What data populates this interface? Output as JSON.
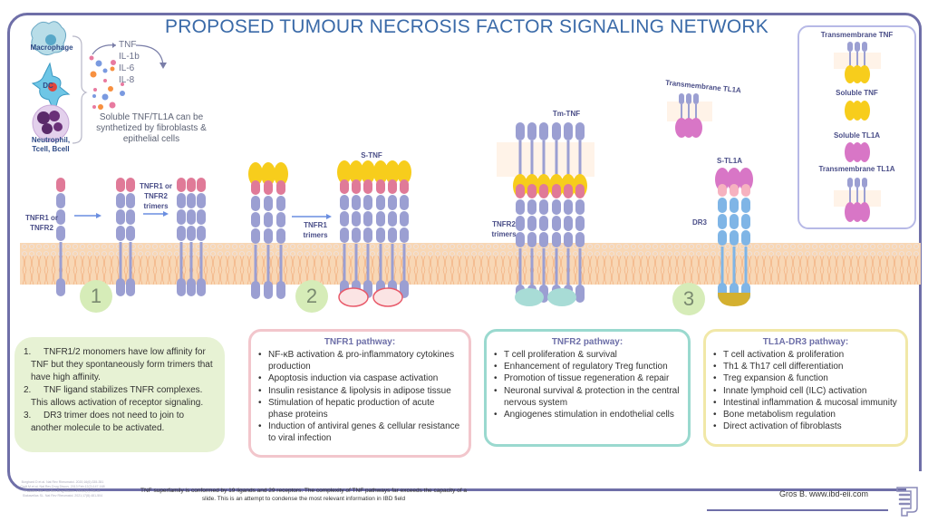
{
  "title": "PROPOSED TUMOUR NECROSIS FACTOR SIGNALING NETWORK",
  "source_cells": {
    "cells": [
      "Macrophage",
      "DC",
      "Neutrophil, Tcell, Bcell"
    ],
    "cytokines": [
      "TNF",
      "IL-1b",
      "IL-6",
      "IL-8"
    ],
    "note": "Soluble TNF/TL1A can be synthetized by fibroblasts & epithelial cells"
  },
  "diagram": {
    "labels": {
      "tnfr1_or_tnfr2": "TNFR1 or TNFR2",
      "tnfr1_or_tnfr2_trimers": "TNFR1 or TNFR2 trimers",
      "s_tnf": "S-TNF",
      "tnfr1_trimers": "TNFR1 trimers",
      "tm_tnf": "Tm-TNF",
      "tnfr2_trimers": "TNFR2 trimers",
      "transmembrane_tl1a": "Transmembrane TL1A",
      "s_tl1a": "S-TL1A",
      "dr3": "DR3"
    },
    "steps": [
      "1",
      "2",
      "3"
    ]
  },
  "legend": {
    "items": [
      "Transmembrane TNF",
      "Soluble TNF",
      "Soluble TL1A",
      "Transmembrane TL1A"
    ]
  },
  "notes": [
    {
      "num": "1.",
      "text": "TNFR1/2 monomers have low affinity for TNF  but they spontaneously form trimers that have high affinity."
    },
    {
      "num": "2.",
      "text": "TNF ligand stabilizes TNFR complexes. This allows activation of receptor signaling."
    },
    {
      "num": "3.",
      "text": "DR3 trimer does not need to join to another molecule to be activated."
    }
  ],
  "pathways": {
    "tnfr1": {
      "title": "TNFR1 pathway:",
      "items": [
        "NF-κB activation & pro-inflammatory cytokines production",
        "Apoptosis induction via caspase activation",
        "Insulin resistance & lipolysis in adipose tissue",
        "Stimulation of hepatic production of acute phase proteins",
        "Induction of antiviral genes & cellular resistance to viral infection"
      ]
    },
    "tnfr2": {
      "title": "TNFR2 pathway:",
      "items": [
        "T cell proliferation & survival",
        "Enhancement of regulatory Treg function",
        "Promotion of tissue regeneration & repair",
        "Neuronal survival & protection in the central nervous system",
        "Angiogenes stimulation in endothelial cells"
      ]
    },
    "tl1a_dr3": {
      "title": "TL1A-DR3 pathway:",
      "items": [
        "T cell activation & proliferation",
        "Th1 & Th17 cell differentiation",
        "Treg expansion & function",
        "Innate lymphoid cell (ILC) activation",
        "Intestinal inflammation & mucosal immunity",
        "Bone metabolism regulation",
        "Direct activation of fibroblasts"
      ]
    }
  },
  "footer": {
    "note": "TNF superfamily is conformed by 19 ligands and 29 receptors. The complexity of TNF pathways far exceeds the capacity of a slide. This is an attempt to condense the most relevant information in IBD field",
    "references": [
      "Borghard D et al. Nat Rev Rheumatol. 2020;16(6):335-351",
      "Croft M et al. Nat Rev Drug Discov. 2013 Feb;12(2):147-168",
      "Paladino MA. Nat Rev Drug Discov. 2003;2(9):736-46",
      "Siakavellas SL. Nat Rev Rheumatol. 2021;17(8):481-504"
    ],
    "credit": "Gros B. www.ibd-eii.com"
  },
  "colors": {
    "title": "#3a6aa8",
    "frame": "#6f6fa8",
    "receptor": "#9b9fd2",
    "receptor_tip": "#e07a98",
    "tnf": "#f7cd1c",
    "tl1a": "#d876c6",
    "dr3": "#7fb5e6",
    "membrane": "#f8d7b5",
    "step_circle": "#d6ecb8"
  }
}
